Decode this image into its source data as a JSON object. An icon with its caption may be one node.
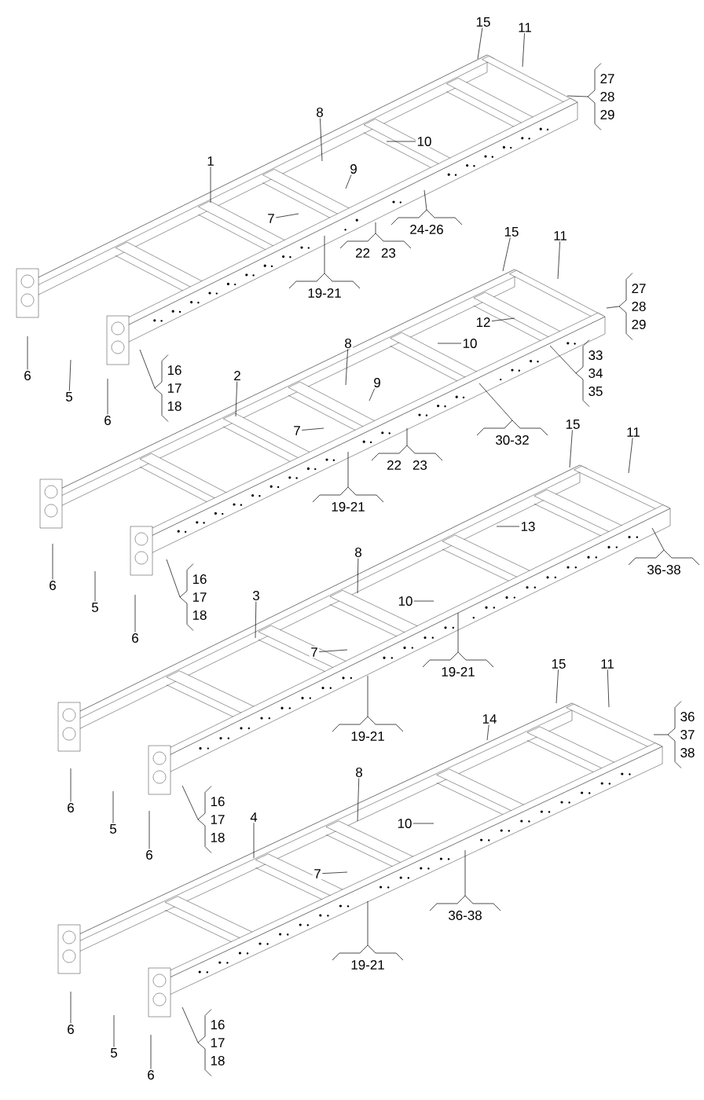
{
  "diagram": {
    "nodes": [
      {
        "text": [
          "15"
        ]
      },
      {
        "text": [
          "11"
        ]
      },
      {
        "text": [
          "27",
          "28",
          "29"
        ]
      },
      {
        "text": [
          "8"
        ]
      },
      {
        "text": [
          "10"
        ]
      },
      {
        "text": [
          "1"
        ]
      },
      {
        "text": [
          "9"
        ]
      },
      {
        "text": [
          "7"
        ]
      },
      {
        "text": [
          "24-26"
        ]
      },
      {
        "text": [
          "22",
          "23"
        ]
      },
      {
        "text": [
          "19-21"
        ]
      },
      {
        "text": [
          "6"
        ]
      },
      {
        "text": [
          "5"
        ]
      },
      {
        "text": [
          "6"
        ]
      },
      {
        "text": [
          "16",
          "17",
          "18"
        ]
      },
      {
        "text": [
          "15"
        ]
      },
      {
        "text": [
          "11"
        ]
      },
      {
        "text": [
          "27",
          "28",
          "29"
        ]
      },
      {
        "text": [
          "12"
        ]
      },
      {
        "text": [
          "8"
        ]
      },
      {
        "text": [
          "10"
        ]
      },
      {
        "text": [
          "33",
          "34",
          "35"
        ]
      },
      {
        "text": [
          "2"
        ]
      },
      {
        "text": [
          "9"
        ]
      },
      {
        "text": [
          "7"
        ]
      },
      {
        "text": [
          "30-32"
        ]
      },
      {
        "text": [
          "22",
          "23"
        ]
      },
      {
        "text": [
          "19-21"
        ]
      },
      {
        "text": [
          "6"
        ]
      },
      {
        "text": [
          "5"
        ]
      },
      {
        "text": [
          "6"
        ]
      },
      {
        "text": [
          "16",
          "17",
          "18"
        ]
      },
      {
        "text": [
          "15"
        ]
      },
      {
        "text": [
          "11"
        ]
      },
      {
        "text": [
          "36-38"
        ]
      },
      {
        "text": [
          "13"
        ]
      },
      {
        "text": [
          "8"
        ]
      },
      {
        "text": [
          "10"
        ]
      },
      {
        "text": [
          "3"
        ]
      },
      {
        "text": [
          "19-21"
        ]
      },
      {
        "text": [
          "7"
        ]
      },
      {
        "text": [
          "19-21"
        ]
      },
      {
        "text": [
          "6"
        ]
      },
      {
        "text": [
          "5"
        ]
      },
      {
        "text": [
          "6"
        ]
      },
      {
        "text": [
          "16",
          "17",
          "18"
        ]
      },
      {
        "text": [
          "15"
        ]
      },
      {
        "text": [
          "11"
        ]
      },
      {
        "text": [
          "36",
          "37",
          "38"
        ]
      },
      {
        "text": [
          "14"
        ]
      },
      {
        "text": [
          "8"
        ]
      },
      {
        "text": [
          "10"
        ]
      },
      {
        "text": [
          "4"
        ]
      },
      {
        "text": [
          "7"
        ]
      },
      {
        "text": [
          "36-38"
        ]
      },
      {
        "text": [
          "19-21"
        ]
      },
      {
        "text": [
          "6"
        ]
      },
      {
        "text": [
          "5"
        ]
      },
      {
        "text": [
          "6"
        ]
      },
      {
        "text": [
          "16",
          "17",
          "18"
        ]
      }
    ],
    "edges": [
      {
        "from": 0,
        "to": null,
        "arrow": "none"
      },
      {
        "from": 1,
        "to": null,
        "arrow": "none"
      },
      {
        "from": 2,
        "to": null,
        "arrow": "none"
      },
      {
        "from": 3,
        "to": null,
        "arrow": "none"
      },
      {
        "from": 4,
        "to": null,
        "arrow": "none"
      },
      {
        "from": 5,
        "to": null,
        "arrow": "none"
      },
      {
        "from": 6,
        "to": null,
        "arrow": "none"
      },
      {
        "from": 7,
        "to": null,
        "arrow": "none"
      },
      {
        "from": 8,
        "to": null,
        "arrow": "none"
      },
      {
        "from": 9,
        "to": null,
        "arrow": "none"
      },
      {
        "from": 10,
        "to": null,
        "arrow": "none"
      },
      {
        "from": 11,
        "to": null,
        "arrow": "none"
      },
      {
        "from": 12,
        "to": null,
        "arrow": "none"
      },
      {
        "from": 13,
        "to": null,
        "arrow": "none"
      },
      {
        "from": 14,
        "to": null,
        "arrow": "none"
      },
      {
        "from": 15,
        "to": null,
        "arrow": "none"
      },
      {
        "from": 16,
        "to": null,
        "arrow": "none"
      },
      {
        "from": 17,
        "to": null,
        "arrow": "none"
      },
      {
        "from": 18,
        "to": null,
        "arrow": "none"
      },
      {
        "from": 19,
        "to": null,
        "arrow": "none"
      },
      {
        "from": 20,
        "to": null,
        "arrow": "none"
      },
      {
        "from": 21,
        "to": null,
        "arrow": "none"
      },
      {
        "from": 22,
        "to": null,
        "arrow": "none"
      },
      {
        "from": 23,
        "to": null,
        "arrow": "none"
      },
      {
        "from": 24,
        "to": null,
        "arrow": "none"
      },
      {
        "from": 25,
        "to": null,
        "arrow": "none"
      },
      {
        "from": 26,
        "to": null,
        "arrow": "none"
      },
      {
        "from": 27,
        "to": null,
        "arrow": "none"
      },
      {
        "from": 28,
        "to": null,
        "arrow": "none"
      },
      {
        "from": 29,
        "to": null,
        "arrow": "none"
      },
      {
        "from": 30,
        "to": null,
        "arrow": "none"
      },
      {
        "from": 31,
        "to": null,
        "arrow": "none"
      },
      {
        "from": 32,
        "to": null,
        "arrow": "none"
      },
      {
        "from": 33,
        "to": null,
        "arrow": "none"
      },
      {
        "from": 34,
        "to": null,
        "arrow": "none"
      },
      {
        "from": 35,
        "to": null,
        "arrow": "none"
      },
      {
        "from": 36,
        "to": null,
        "arrow": "none"
      },
      {
        "from": 37,
        "to": null,
        "arrow": "none"
      },
      {
        "from": 38,
        "to": null,
        "arrow": "none"
      },
      {
        "from": 39,
        "to": null,
        "arrow": "none"
      },
      {
        "from": 40,
        "to": null,
        "arrow": "none"
      },
      {
        "from": 41,
        "to": null,
        "arrow": "none"
      },
      {
        "from": 42,
        "to": null,
        "arrow": "none"
      },
      {
        "from": 43,
        "to": null,
        "arrow": "none"
      },
      {
        "from": 44,
        "to": null,
        "arrow": "none"
      },
      {
        "from": 45,
        "to": null,
        "arrow": "none"
      },
      {
        "from": 46,
        "to": null,
        "arrow": "none"
      },
      {
        "from": 47,
        "to": null,
        "arrow": "none"
      },
      {
        "from": 48,
        "to": null,
        "arrow": "none"
      },
      {
        "from": 49,
        "to": null,
        "arrow": "none"
      },
      {
        "from": 50,
        "to": null,
        "arrow": "none"
      },
      {
        "from": 51,
        "to": null,
        "arrow": "none"
      },
      {
        "from": 52,
        "to": null,
        "arrow": "none"
      },
      {
        "from": 53,
        "to": null,
        "arrow": "none"
      },
      {
        "from": 54,
        "to": null,
        "arrow": "none"
      },
      {
        "from": 55,
        "to": null,
        "arrow": "none"
      },
      {
        "from": 56,
        "to": null,
        "arrow": "none"
      },
      {
        "from": 57,
        "to": null,
        "arrow": "none"
      },
      {
        "from": 58,
        "to": null,
        "arrow": "none"
      },
      {
        "from": 59,
        "to": null,
        "arrow": "none"
      }
    ]
  }
}
